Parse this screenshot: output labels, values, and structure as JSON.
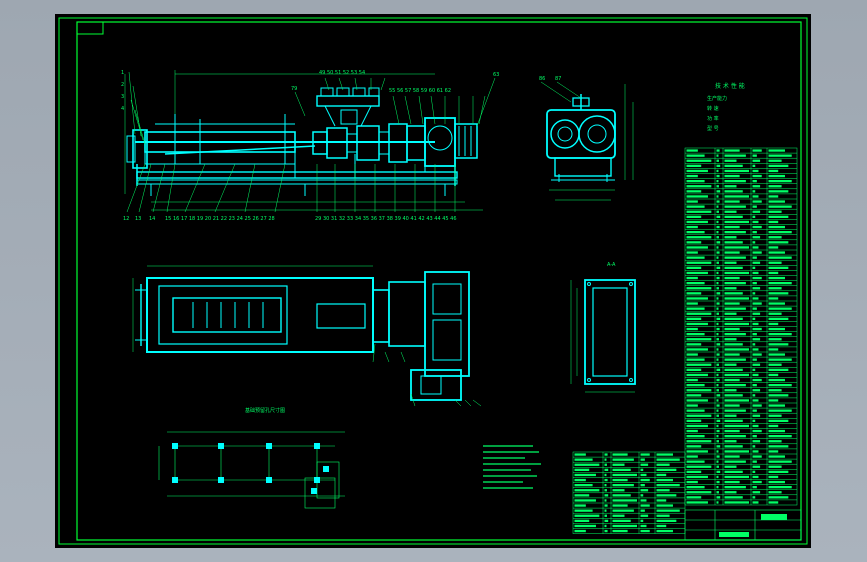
{
  "viewport": {
    "background": "#a0a9b3"
  },
  "colors": {
    "frame": "#00ff33",
    "machine": "#00ffff",
    "dimension": "#00ff66",
    "table": "#00ff66"
  },
  "tech_params": {
    "heading": "技 术 性 能",
    "rows": [
      {
        "label": "生产能力",
        "value": ""
      },
      {
        "label": "转 速",
        "value": ""
      },
      {
        "label": "功 率",
        "value": ""
      },
      {
        "label": "型 号",
        "value": ""
      }
    ]
  },
  "views": {
    "layout_title": "基础预留孔尺寸图",
    "section_title": "A-A"
  },
  "title_block": {
    "company": "",
    "drawing_name": ""
  },
  "icons": {
    "frame_corner": "title-tab-icon"
  }
}
